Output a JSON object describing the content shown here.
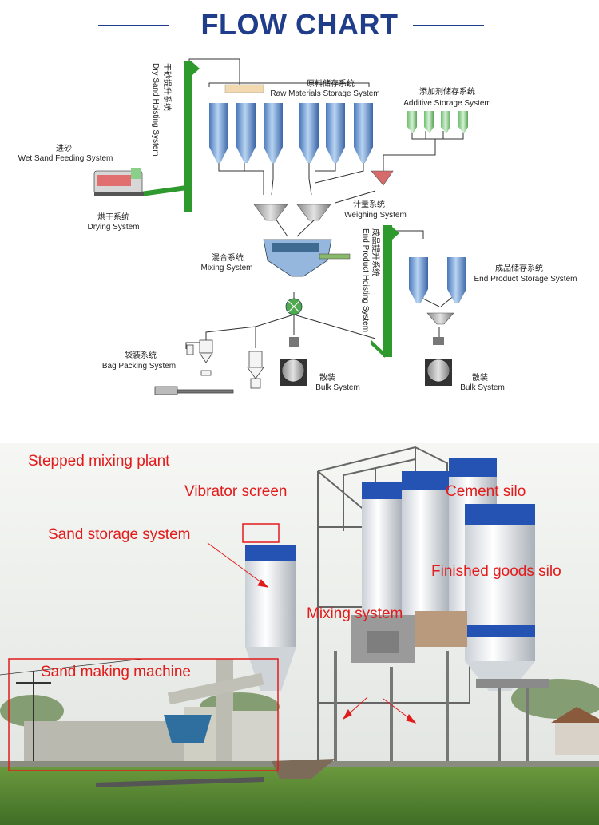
{
  "header": {
    "title": "FLOW CHART"
  },
  "flow": {
    "dry_sand_hoisting": {
      "zh": "干砂提升系统",
      "en": "Dry Sand Hoisting System"
    },
    "raw_materials": {
      "zh": "原料储存系统",
      "en": "Raw Materials Storage System"
    },
    "additive": {
      "zh": "添加剂储存系统",
      "en": "Additive Storage System"
    },
    "wet_sand": {
      "zh": "进砂",
      "en": "Wet Sand Feeding System"
    },
    "drying": {
      "zh": "烘干系统",
      "en": "Drying System"
    },
    "weighing": {
      "zh": "计量系统",
      "en": "Weighing System"
    },
    "mixing": {
      "zh": "混合系统",
      "en": "Mixing System"
    },
    "end_hoisting": {
      "zh": "成品提升系统",
      "en": "End Product Hoisting System"
    },
    "end_storage": {
      "zh": "成品储存系统",
      "en": "End Product Storage System"
    },
    "bag_packing": {
      "zh": "袋装系统",
      "en": "Bag Packing System"
    },
    "bulk_left": {
      "zh": "散装",
      "en": "Bulk System"
    },
    "bulk_right": {
      "zh": "散装",
      "en": "Bulk System"
    }
  },
  "photo": {
    "stepped_plant": "Stepped mixing plant",
    "vibrator_screen": "Vibrator screen",
    "cement_silo": "Cement silo",
    "sand_storage": "Sand storage system",
    "finished_goods_silo": "Finished goods silo",
    "mixing_system": "Mixing system",
    "sand_making": "Sand making machine"
  },
  "colors": {
    "title": "#1f3d8a",
    "elevator": "#2e9a2e",
    "silo": "#6f9fd8",
    "additive": "#8ed08e",
    "photo_label": "#e21b1b"
  }
}
